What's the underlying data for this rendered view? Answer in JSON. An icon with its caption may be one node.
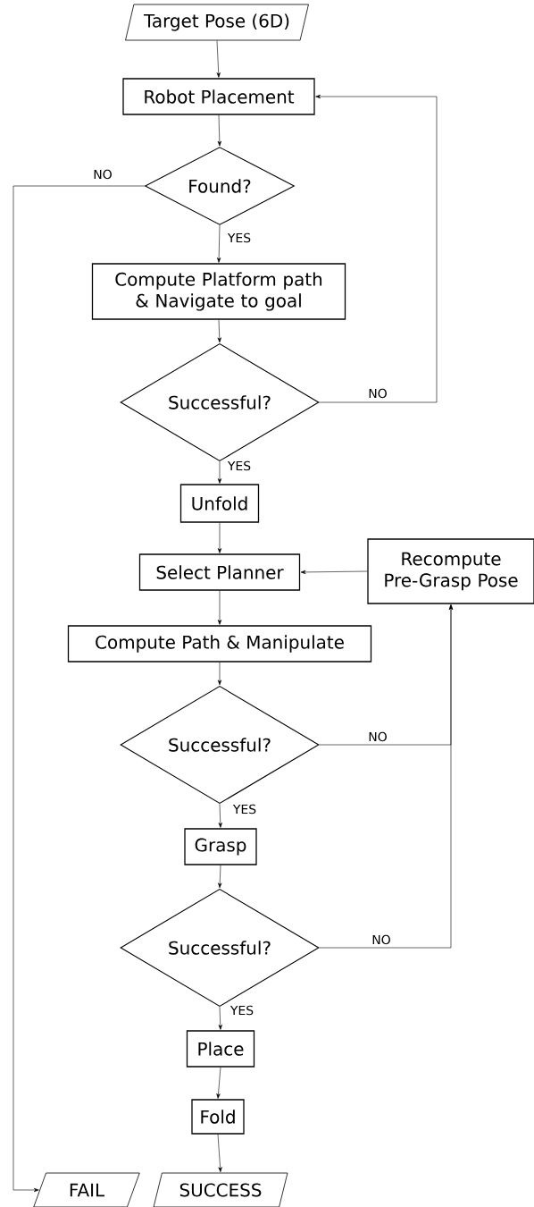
{
  "diagram": {
    "nodes": [
      {
        "text": [
          "Target Pose (6D)"
        ]
      },
      {
        "text": [
          "Robot Placement"
        ]
      },
      {
        "text": [
          "Found?"
        ]
      },
      {
        "text": [
          "Compute Platform path & Navigate to goal"
        ]
      },
      {
        "text": [
          "Successful?"
        ]
      },
      {
        "text": [
          "Unfold"
        ]
      },
      {
        "text": [
          "Select Planner"
        ]
      },
      {
        "text": [
          "Recompute Pre-Grasp Pose"
        ]
      },
      {
        "text": [
          "Compute Path & Manipulate"
        ]
      },
      {
        "text": [
          "Successful?"
        ]
      },
      {
        "text": [
          "Grasp"
        ]
      },
      {
        "text": [
          "Successful?"
        ]
      },
      {
        "text": [
          "Place"
        ]
      },
      {
        "text": [
          "Fold"
        ]
      },
      {
        "text": [
          "FAIL"
        ]
      },
      {
        "text": [
          "SUCCESS"
        ]
      }
    ],
    "edges": [
      {
        "from": 0,
        "to": 1,
        "arrow": "to"
      },
      {
        "from": 1,
        "to": 2,
        "arrow": "to"
      },
      {
        "from": 2,
        "to": 3,
        "arrow": "to",
        "label": "YES"
      },
      {
        "from": 2,
        "to": 14,
        "arrow": "to",
        "label": "NO"
      },
      {
        "from": 3,
        "to": 4,
        "arrow": "to"
      },
      {
        "from": 4,
        "to": 1,
        "arrow": "to",
        "label": "NO"
      },
      {
        "from": 4,
        "to": 5,
        "arrow": "to",
        "label": "YES"
      },
      {
        "from": 5,
        "to": 6,
        "arrow": "to"
      },
      {
        "from": 7,
        "to": 6,
        "arrow": "to"
      },
      {
        "from": 6,
        "to": 8,
        "arrow": "to"
      },
      {
        "from": 8,
        "to": 9,
        "arrow": "to"
      },
      {
        "from": 9,
        "to": 7,
        "arrow": "to",
        "label": "NO"
      },
      {
        "from": 9,
        "to": 10,
        "arrow": "to",
        "label": "YES"
      },
      {
        "from": 10,
        "to": 11,
        "arrow": "to"
      },
      {
        "from": 11,
        "to": 7,
        "arrow": "to",
        "label": "NO"
      },
      {
        "from": 11,
        "to": 12,
        "arrow": "to",
        "label": "YES"
      },
      {
        "from": 12,
        "to": 13,
        "arrow": "to"
      },
      {
        "from": 13,
        "to": 15,
        "arrow": "to"
      }
    ]
  }
}
